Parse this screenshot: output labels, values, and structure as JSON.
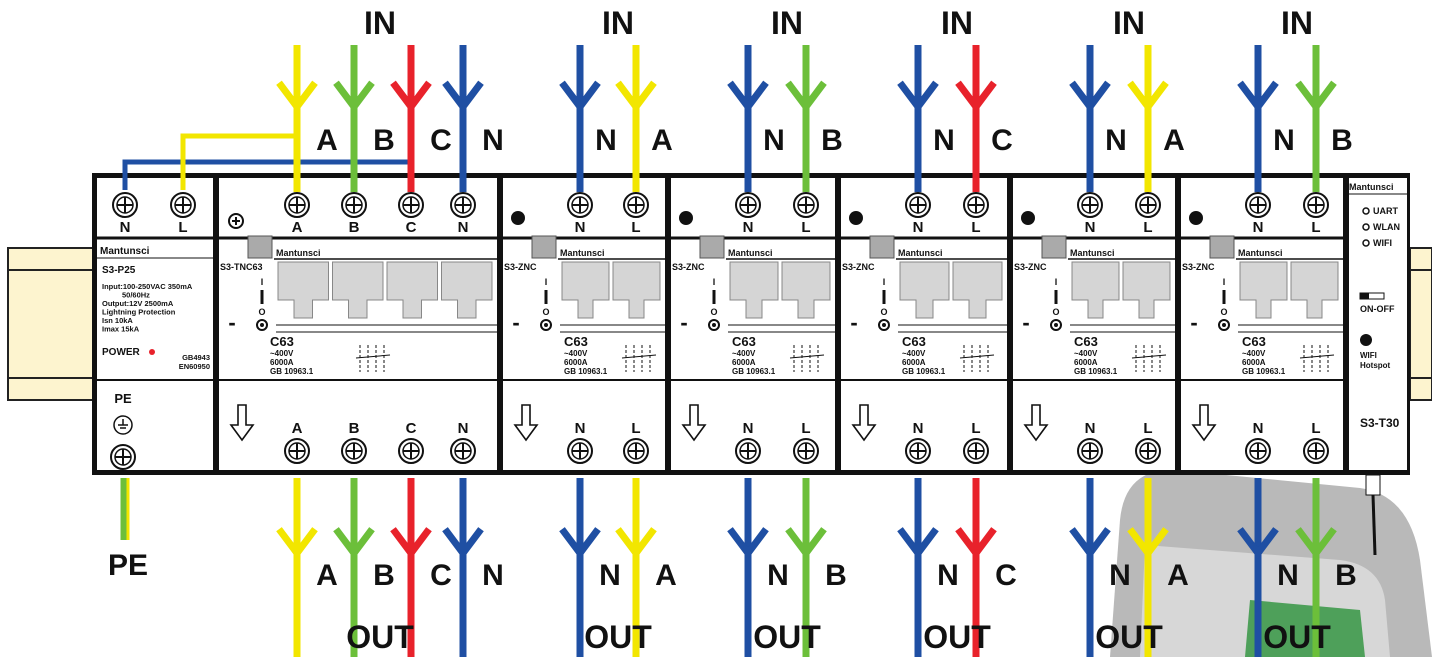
{
  "power_module": {
    "brand": "Mantunsci",
    "model": "S3-P25",
    "spec_lines": [
      "Input:100-250VAC 350mA",
      "50/60Hz",
      "Output:12V 2500mA",
      "Lightning Protection",
      "Isn 10kA",
      "Imax 15kA"
    ],
    "power_label": "POWER",
    "standards": [
      "GB4943",
      "EN60950"
    ],
    "pe_label": "PE",
    "terminals": [
      "N",
      "L"
    ]
  },
  "breakers": [
    {
      "model": "S3-TNC63",
      "brand": "Mantunsci",
      "in_terminals": [
        "A",
        "B",
        "C",
        "N"
      ],
      "out_terminals": [
        "A",
        "B",
        "C",
        "N"
      ],
      "in_labels": [
        "A",
        "B",
        "C",
        "N"
      ],
      "out_labels": [
        "A",
        "B",
        "C",
        "N"
      ],
      "in_colors": [
        "#f2e600",
        "#6cbf3a",
        "#e8222b",
        "#1f4fa3"
      ],
      "spec": [
        "C63",
        "~400V",
        "6000A",
        "GB 10963.1"
      ],
      "toggle": [
        "I",
        "O"
      ],
      "minus": "-",
      "in_header": "IN",
      "out_header": "OUT"
    },
    {
      "model": "S3-ZNC",
      "brand": "Mantunsci",
      "in_terminals": [
        "N",
        "L"
      ],
      "out_terminals": [
        "N",
        "L"
      ],
      "in_labels": [
        "N",
        "A"
      ],
      "out_labels": [
        "N",
        "A"
      ],
      "in_colors": [
        "#1f4fa3",
        "#f2e600"
      ],
      "spec": [
        "C63",
        "~400V",
        "6000A",
        "GB 10963.1"
      ],
      "toggle": [
        "I",
        "O"
      ],
      "minus": "-",
      "in_header": "IN",
      "out_header": "OUT"
    },
    {
      "model": "S3-ZNC",
      "brand": "Mantunsci",
      "in_terminals": [
        "N",
        "L"
      ],
      "out_terminals": [
        "N",
        "L"
      ],
      "in_labels": [
        "N",
        "B"
      ],
      "out_labels": [
        "N",
        "B"
      ],
      "in_colors": [
        "#1f4fa3",
        "#6cbf3a"
      ],
      "spec": [
        "C63",
        "~400V",
        "6000A",
        "GB 10963.1"
      ],
      "toggle": [
        "I",
        "O"
      ],
      "minus": "-",
      "in_header": "IN",
      "out_header": "OUT"
    },
    {
      "model": "S3-ZNC",
      "brand": "Mantunsci",
      "in_terminals": [
        "N",
        "L"
      ],
      "out_terminals": [
        "N",
        "L"
      ],
      "in_labels": [
        "N",
        "C"
      ],
      "out_labels": [
        "N",
        "C"
      ],
      "in_colors": [
        "#1f4fa3",
        "#e8222b"
      ],
      "spec": [
        "C63",
        "~400V",
        "6000A",
        "GB 10963.1"
      ],
      "toggle": [
        "I",
        "O"
      ],
      "minus": "-",
      "in_header": "IN",
      "out_header": "OUT"
    },
    {
      "model": "S3-ZNC",
      "brand": "Mantunsci",
      "in_terminals": [
        "N",
        "L"
      ],
      "out_terminals": [
        "N",
        "L"
      ],
      "in_labels": [
        "N",
        "A"
      ],
      "out_labels": [
        "N",
        "A"
      ],
      "in_colors": [
        "#1f4fa3",
        "#f2e600"
      ],
      "spec": [
        "C63",
        "~400V",
        "6000A",
        "GB 10963.1"
      ],
      "toggle": [
        "I",
        "O"
      ],
      "minus": "-",
      "in_header": "IN",
      "out_header": "OUT"
    },
    {
      "model": "S3-ZNC",
      "brand": "Mantunsci",
      "in_terminals": [
        "N",
        "L"
      ],
      "out_terminals": [
        "N",
        "L"
      ],
      "in_labels": [
        "N",
        "B"
      ],
      "out_labels": [
        "N",
        "B"
      ],
      "in_colors": [
        "#1f4fa3",
        "#6cbf3a"
      ],
      "spec": [
        "C63",
        "~400V",
        "6000A",
        "GB 10963.1"
      ],
      "toggle": [
        "I",
        "O"
      ],
      "minus": "-",
      "in_header": "IN",
      "out_header": "OUT"
    }
  ],
  "gateway": {
    "brand": "Mantunsci",
    "indicators": [
      "UART",
      "WLAN",
      "WIFI"
    ],
    "switch_label": "ON-OFF",
    "hotspot_label": [
      "WIFI",
      "Hotspot"
    ],
    "model": "S3-T30"
  },
  "pe_output_label": "PE",
  "colors": {
    "yellow": "#f2e600",
    "green": "#6cbf3a",
    "red": "#e8222b",
    "blue": "#1f4fa3",
    "body": "#111111",
    "rail": "#fdf4cf"
  }
}
